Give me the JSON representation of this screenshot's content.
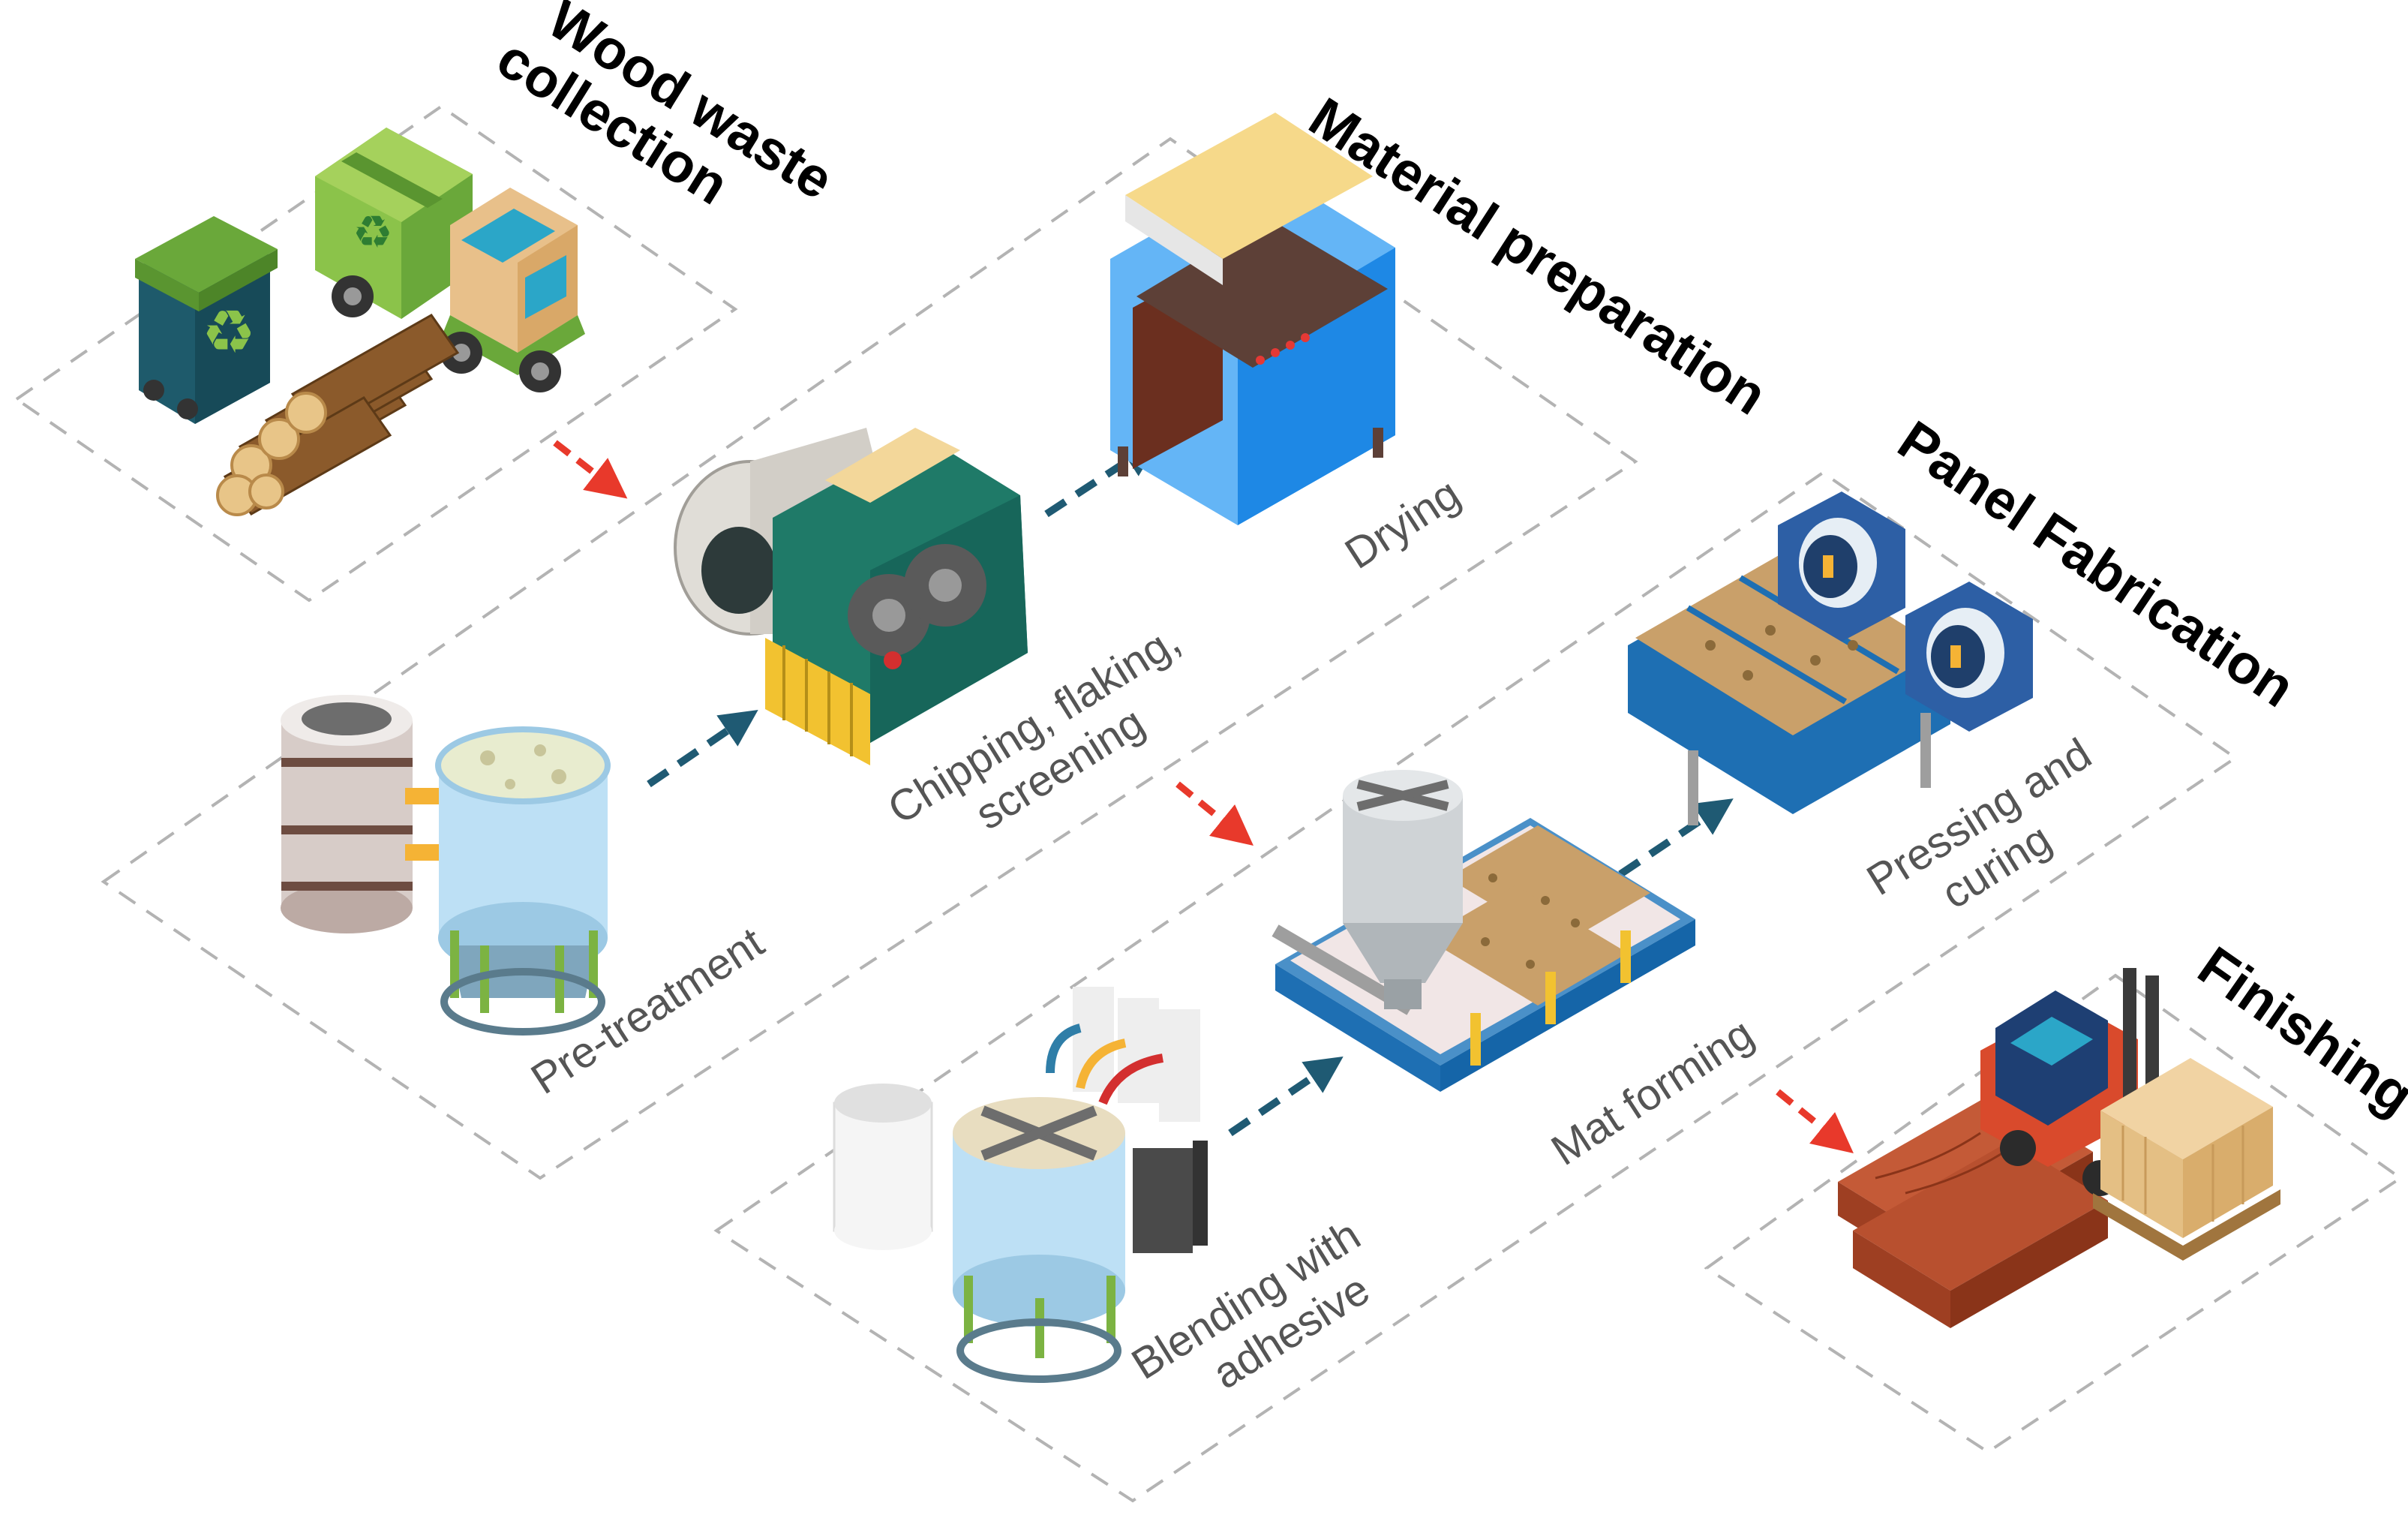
{
  "stages": {
    "collection": {
      "title_line1": "Wood waste",
      "title_line2": "collection"
    },
    "preparation": {
      "title": "Material preparation"
    },
    "fabrication": {
      "title": "Panel Fabrication"
    },
    "finishing": {
      "title": "Finishing"
    }
  },
  "steps": {
    "pretreatment": "Pre-treatment",
    "chipping_line1": "Chipping, flaking,",
    "chipping_line2": "screening",
    "drying": "Drying",
    "blending_line1": "Blending with",
    "blending_line2": "adhesive",
    "mat_forming": "Mat forming",
    "pressing_line1": "Pressing and",
    "pressing_line2": "curing"
  },
  "colors": {
    "stage_arrow": "#e8392b",
    "step_arrow": "#1f5a73",
    "zone_border": "#b3b3b3",
    "label_text": "#555555"
  },
  "icons": [
    "recycling-bin-icon",
    "garbage-truck-icon",
    "log-pile-icon",
    "pretreatment-tank-icon",
    "chipper-machine-icon",
    "dryer-machine-icon",
    "blending-tank-icon",
    "mat-forming-line-icon",
    "hot-press-icon",
    "forklift-icon",
    "finished-panels-icon"
  ]
}
